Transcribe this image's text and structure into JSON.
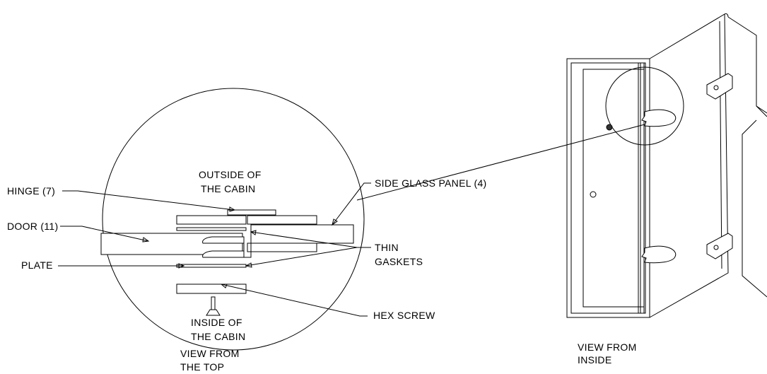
{
  "labels": {
    "outside": [
      "OUTSIDE OF",
      "THE CABIN"
    ],
    "inside": [
      "INSIDE OF",
      "THE CABIN"
    ],
    "hinge": "HINGE (7)",
    "door": "DOOR (11)",
    "plate": "PLATE",
    "side_glass_panel": "SIDE  GLASS PANEL (4)",
    "thin_gaskets": [
      "THIN",
      "GASKETS"
    ],
    "hex_screw": "HEX SCREW",
    "view_top": [
      "VIEW FROM",
      "THE TOP"
    ],
    "view_inside": [
      "VIEW FROM",
      "INSIDE"
    ]
  },
  "colors": {
    "line": "#000000",
    "background": "#ffffff"
  }
}
